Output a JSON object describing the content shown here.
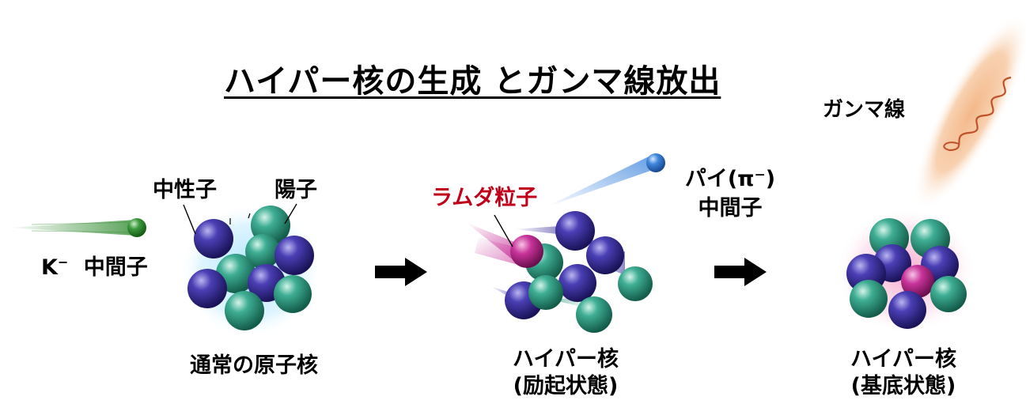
{
  "title": "ハイパー核の生成 とガンマ線放出",
  "labels": {
    "gamma_ray": "ガンマ線",
    "neutron": "中性子",
    "proton": "陽子",
    "lambda": "ラムダ粒子",
    "pion_line1": "パイ(π⁻)",
    "pion_line2": "中間子",
    "kaon_k": "K",
    "kaon_sup": "−",
    "kaon_meson": "中間子",
    "normal_nucleus": "通常の原子核",
    "hyper_excited_line1": "ハイパー核",
    "hyper_excited_line2": "(励起状態)",
    "hyper_ground_line1": "ハイパー核",
    "hyper_ground_line2": "(基底状態)"
  },
  "colors": {
    "neutron": "#3a2f9a",
    "proton": "#2f9a82",
    "lambda": "#c0288a",
    "lambda_label": "#c0001a",
    "kaon": "#2f8a2f",
    "pion": "#2f6fc8",
    "gamma": "#e8a070",
    "arrow": "#000000"
  }
}
